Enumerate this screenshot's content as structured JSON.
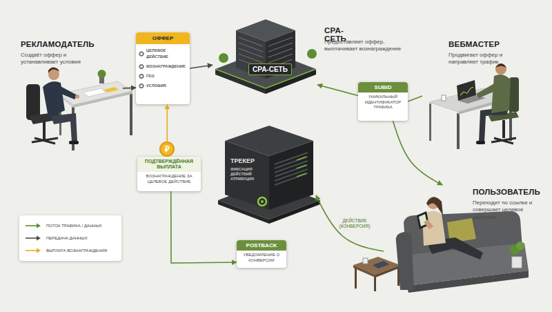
{
  "diagram": {
    "nodes": [
      {
        "text": [
          "РЕКЛАМОДАТЕЛЬ",
          "Создаёт оффер и устанавливает условия"
        ]
      },
      {
        "text": [
          "ОФФЕР",
          "ЦЕЛЕВОЕ ДЕЙСТВИЕ",
          "ВОЗНАГРАЖДЕНИЕ",
          "ГЕО",
          "УСЛОВИЯ"
        ]
      },
      {
        "text": [
          "CPA-СЕТЬ",
          "CPA-СЕТЬ",
          "Предоставляет оффер, выплачивает вознаграждение"
        ]
      },
      {
        "text": [
          "ВЕБМАСТЕР",
          "Продвигает оффер и направляет трафик"
        ]
      },
      {
        "text": [
          "SUBID",
          "УНИКАЛЬНЫЙ ИДЕНТИФИКАТОР ТРАФИКА"
        ]
      },
      {
        "text": [
          "ТРЕКЕР",
          "ФИКСАЦИЯ ДЕЙСТВИЙ АТРИБУЦИЯ"
        ]
      },
      {
        "text": [
          "ПОДТВЕРЖДЁННАЯ ВЫПЛАТА",
          "ВОЗНАГРАЖДЕНИЕ ЗА ЦЕЛЕВОЕ ДЕЙСТВИЕ"
        ]
      },
      {
        "text": [
          "ПОЛЬЗОВАТЕЛЬ",
          "Переходит по ссылке и совершает целевое действие"
        ]
      },
      {
        "text": [
          "POSTBACK",
          "УВЕДОМЛЕНИЕ О КОНВЕРСИИ"
        ]
      }
    ],
    "edges": [
      {
        "from": 0,
        "to": 1,
        "arrow": "to"
      },
      {
        "from": 1,
        "to": 2,
        "arrow": "to"
      },
      {
        "from": 3,
        "to": 4,
        "arrow": "none"
      },
      {
        "from": 4,
        "to": 2,
        "arrow": "to"
      },
      {
        "from": 4,
        "to": 7,
        "arrow": "to"
      },
      {
        "from": 7,
        "to": 5,
        "label": "ДЕЙСТВИЕ (КОНВЕРСИЯ)",
        "arrow": "to"
      },
      {
        "from": 6,
        "to": 8,
        "arrow": "to"
      },
      {
        "from": 6,
        "to": 1,
        "arrow": "to"
      }
    ],
    "labels": [
      "₽"
    ],
    "legend": [
      {
        "text": "ПОТОК ТРАФИКА / ДАННЫХ"
      },
      {
        "text": "ПЕРЕДАЧА ДАННЫХ"
      },
      {
        "text": "ВЫПЛАТА ВОЗНАГРАЖДЕНИЯ"
      }
    ]
  }
}
